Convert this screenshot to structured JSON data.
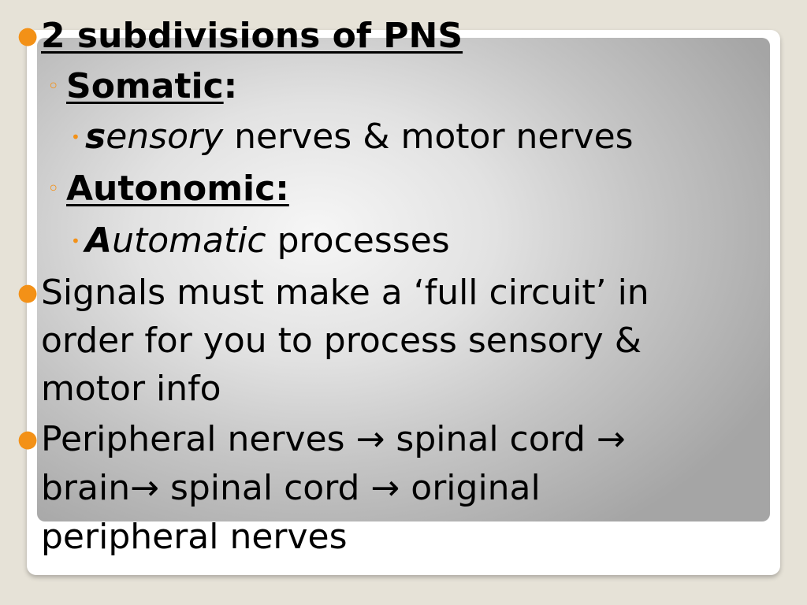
{
  "slide": {
    "bullet_1": {
      "text": "2 subdivisions of PNS",
      "children": [
        {
          "heading": "Somatic",
          "heading_suffix": ":",
          "detail_first_letter": "s",
          "detail_italic_rest": "ensory",
          "detail_rest": " nerves & motor nerves"
        },
        {
          "heading": "Autonomic:",
          "detail_first_letter": "A",
          "detail_italic_rest": "utomatic",
          "detail_rest": " processes"
        }
      ]
    },
    "bullet_2": {
      "lines": [
        "Signals must make a ‘full circuit’ in",
        "order for you to process sensory &",
        "motor info"
      ]
    },
    "bullet_3": {
      "lines": [
        "Peripheral nerves → spinal cord →",
        "brain→ spinal cord → original",
        "peripheral nerves"
      ]
    },
    "colors": {
      "bullet": "#f39117",
      "frame": "#ffffff",
      "background": "#e6e2d7"
    },
    "bullet_glyphs": {
      "level1": "●",
      "level2": "◦",
      "level3": "•"
    }
  }
}
